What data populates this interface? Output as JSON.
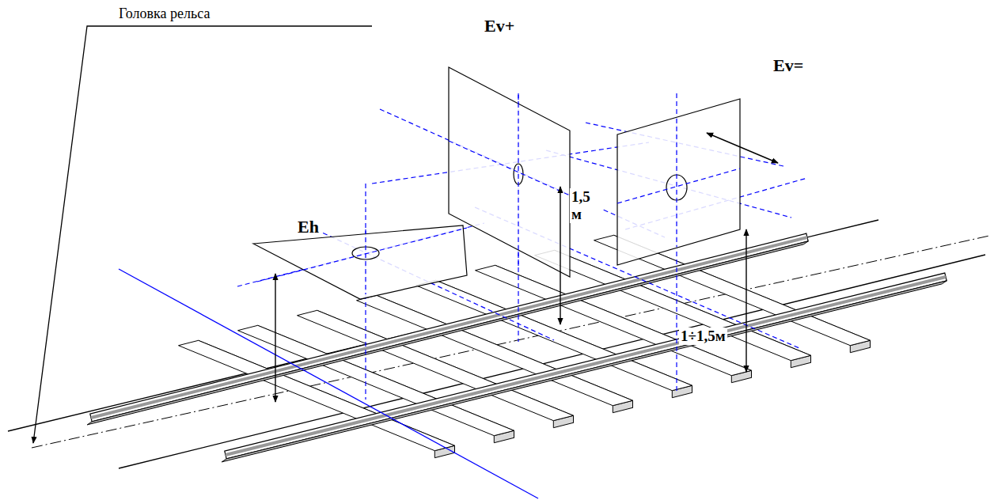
{
  "diagram": {
    "labels": [
      "Головка рельса",
      "Eh",
      "Ev+",
      "Ev=",
      "1,5 м",
      "1÷1,5м"
    ]
  }
}
